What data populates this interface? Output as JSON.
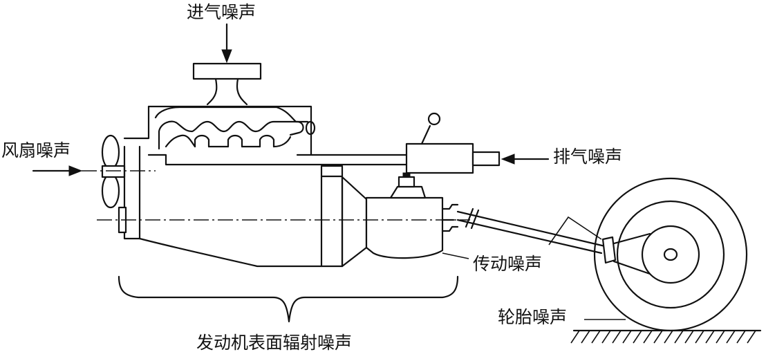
{
  "labels": {
    "intake": "进气噪声",
    "fan": "风扇噪声",
    "exhaust": "排气噪声",
    "transmission": "传动噪声",
    "tire": "轮胎噪声",
    "surface": "发动机表面辐射噪声"
  }
}
